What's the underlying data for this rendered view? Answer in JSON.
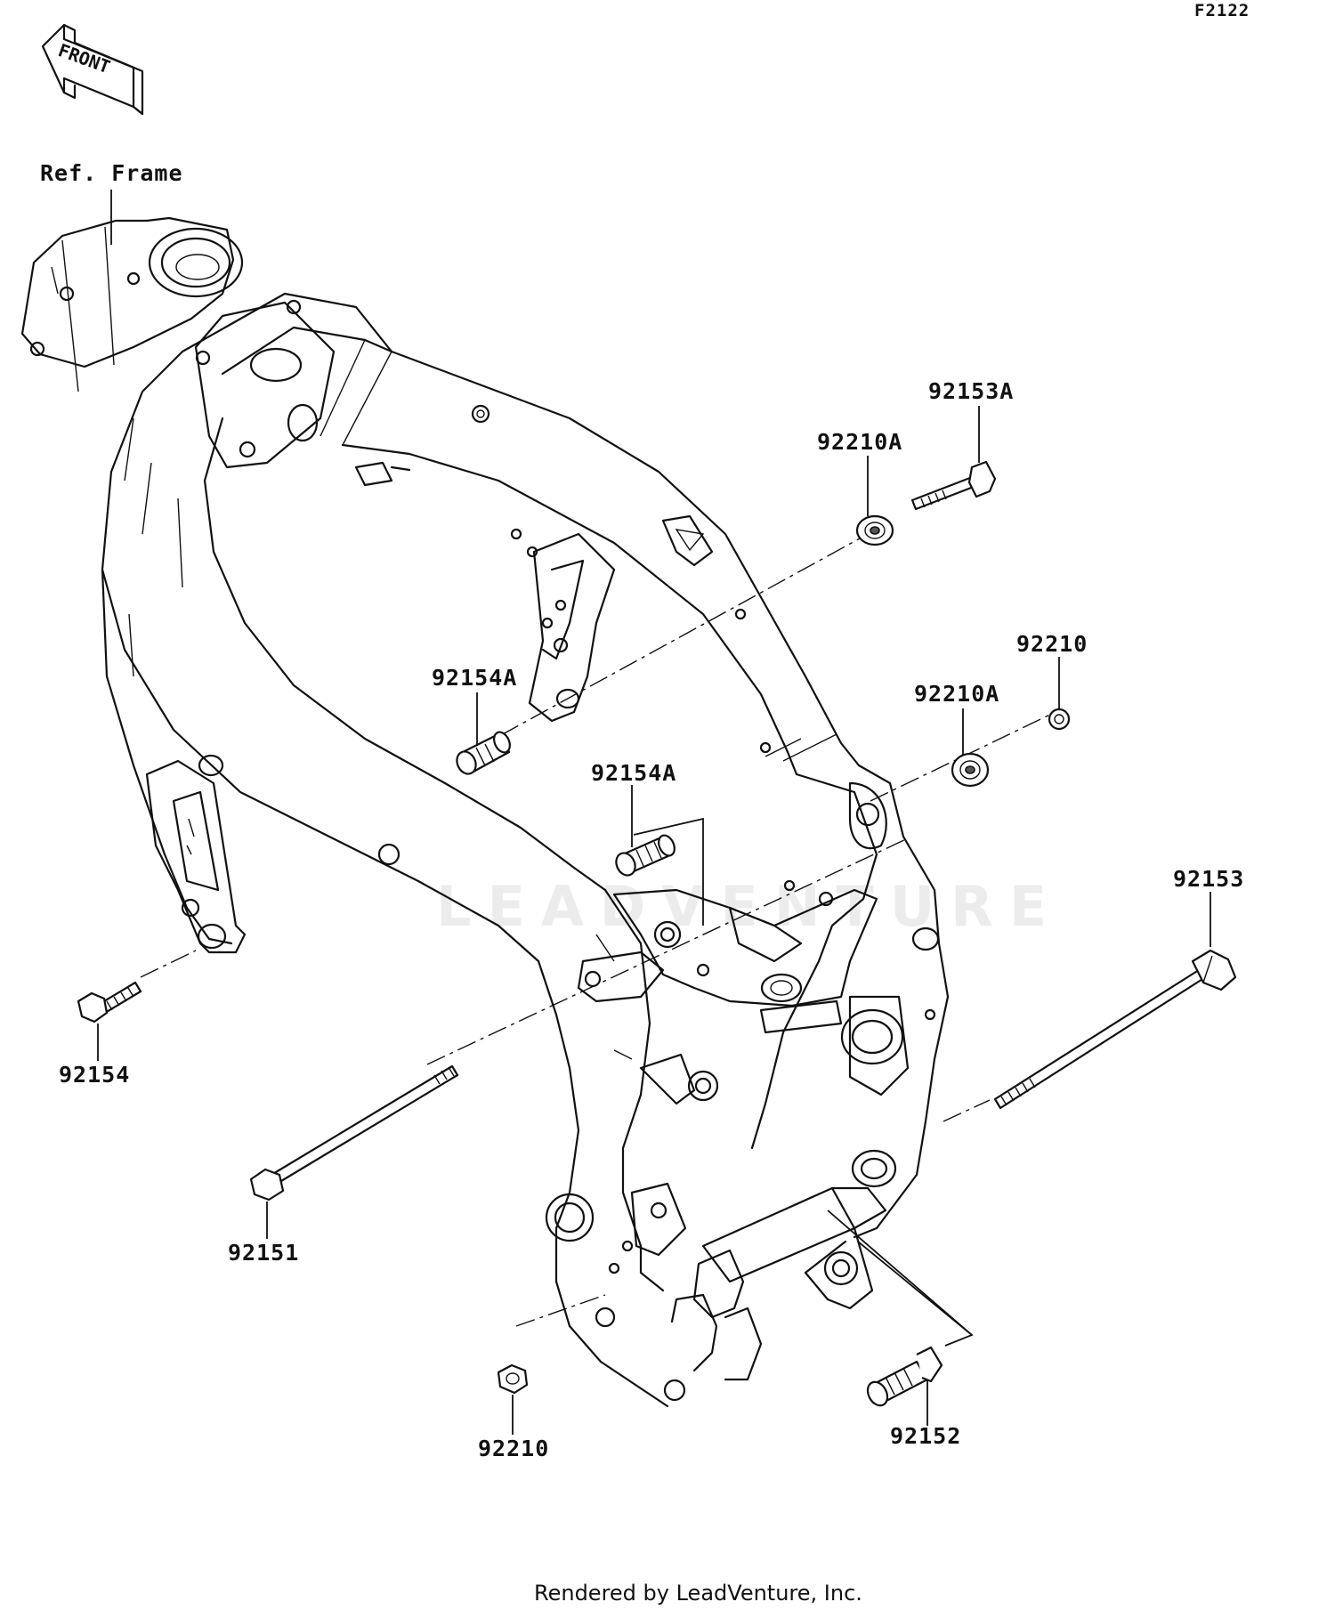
{
  "figure_code": "F2122",
  "front_indicator": "FRONT",
  "reference_label": "Ref. Frame",
  "credit": "Rendered by LeadVenture, Inc.",
  "watermark": "LEADVENTURE",
  "parts": {
    "p92153A": "92153A",
    "p92210A_top": "92210A",
    "p92210_right": "92210",
    "p92210A_mid": "92210A",
    "p92154A_upper": "92154A",
    "p92154A_lower": "92154A",
    "p92153": "92153",
    "p92154": "92154",
    "p92151": "92151",
    "p92210_bottom": "92210",
    "p92152": "92152"
  }
}
